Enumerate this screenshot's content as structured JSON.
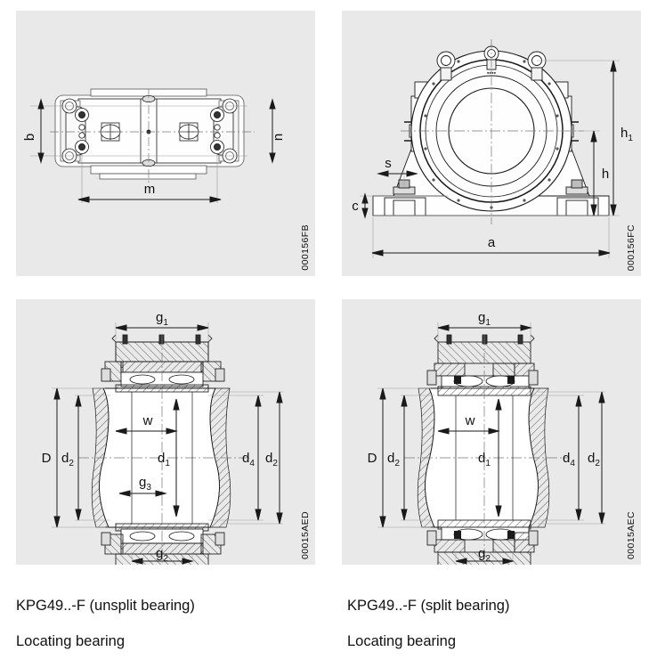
{
  "panels": [
    {
      "id": "top-left",
      "view": "housing-top-view",
      "code": "000156FB",
      "dimension_labels": [
        "b",
        "n",
        "m"
      ]
    },
    {
      "id": "top-right",
      "view": "housing-front-view",
      "code": "000156FC",
      "dimension_labels": [
        "h",
        "h",
        "1",
        "s",
        "c",
        "a"
      ]
    },
    {
      "id": "bottom-left",
      "view": "bearing-section-unsplit",
      "code": "00015AED",
      "dimension_labels": [
        "g",
        "1",
        "w",
        "D",
        "d",
        "2",
        "d",
        "1",
        "g",
        "3",
        "d",
        "4",
        "d",
        "2",
        "g",
        "2"
      ]
    },
    {
      "id": "bottom-right",
      "view": "bearing-section-split",
      "code": "00015AEC",
      "dimension_labels": [
        "g",
        "1",
        "w",
        "D",
        "d",
        "2",
        "d",
        "1",
        "d",
        "4",
        "d",
        "2",
        "g",
        "2"
      ]
    }
  ],
  "labels": {
    "b": "b",
    "n": "n",
    "m": "m",
    "a": "a",
    "c": "c",
    "s": "s",
    "h": "h",
    "h1_base": "h",
    "h1_sub": "1",
    "D": "D",
    "d_base": "d",
    "d1_sub": "1",
    "d2_sub": "2",
    "d4_sub": "4",
    "g_base": "g",
    "g1_sub": "1",
    "g2_sub": "2",
    "g3_sub": "3",
    "w": "w"
  },
  "codes": {
    "top_left": "000156FB",
    "top_right": "000156FC",
    "bottom_left": "00015AED",
    "bottom_right": "00015AEC"
  },
  "captions": {
    "left_line1": "KPG49..-F (unsplit bearing)",
    "left_line2": "Locating bearing",
    "right_line1": "KPG49..-F (split bearing)",
    "right_line2": "Locating bearing"
  },
  "colors": {
    "panel_bg": "#e9e9e9",
    "page_bg": "#ffffff",
    "line": "#1a1a1a",
    "thin_line": "#777777",
    "text": "#111111"
  }
}
